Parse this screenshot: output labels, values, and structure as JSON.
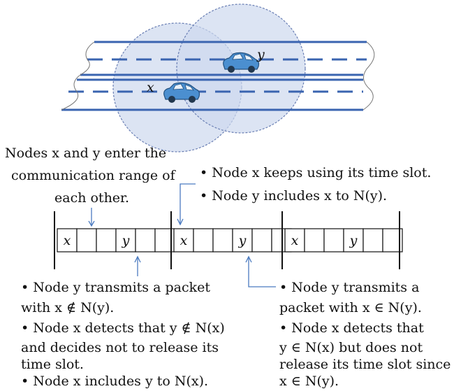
{
  "scene": {
    "node_x": "x",
    "node_y": "y",
    "colors": {
      "road": "#3a64b0",
      "range_fill": "#cdd9ee",
      "range_stroke": "#6a7fb4",
      "car": "#4b8fd0",
      "text": "#111111",
      "arrow": "#4a7ac0"
    }
  },
  "annotations": {
    "enter": [
      "Nodes x and y enter the",
      "communication range of",
      "each other."
    ],
    "keep": [
      "• Node x keeps using its time slot.",
      "• Node y includes x to N(y)."
    ],
    "bottom_left": [
      "• Node y transmits a packet",
      "with x ∉ N(y).",
      "• Node x detects that y ∉ N(x)",
      "and decides not to release its",
      "time slot.",
      "• Node x includes y to N(x)."
    ],
    "bottom_right": [
      "• Node y transmits a",
      "packet with x ∈ N(y).",
      "• Node x detects that",
      "y ∈ N(x) but does not",
      "release its time slot since",
      "x ∈ N(y)."
    ]
  },
  "frames": [
    {
      "slots": [
        "x",
        "",
        "",
        "y",
        "",
        ""
      ]
    },
    {
      "slots": [
        "x",
        "",
        "",
        "y",
        "",
        ""
      ]
    },
    {
      "slots": [
        "x",
        "",
        "",
        "y",
        "",
        ""
      ]
    }
  ]
}
